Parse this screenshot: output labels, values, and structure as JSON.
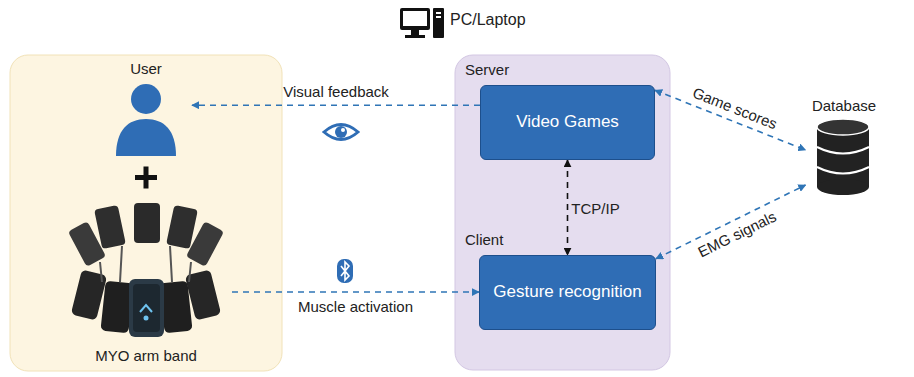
{
  "diagram": {
    "nodes": [
      {
        "text": [
          "User"
        ]
      },
      {
        "text": [
          "MYO arm band"
        ]
      },
      {
        "text": [
          "Server",
          "Client"
        ]
      },
      {
        "text": [
          "Video Games"
        ],
        "in": 2
      },
      {
        "text": [
          "Gesture recognition"
        ],
        "in": 2
      },
      {
        "text": [
          "Database"
        ]
      }
    ],
    "edges": [
      {
        "from": 3,
        "to": 0,
        "arrow": "to",
        "label": "Visual feedback"
      },
      {
        "from": 1,
        "to": 4,
        "arrow": "to",
        "label": "Muscle activation"
      },
      {
        "from": 3,
        "to": 4,
        "arrow": "both",
        "label": "TCP/IP"
      },
      {
        "from": 3,
        "to": 5,
        "arrow": "both",
        "label": "Game scores"
      },
      {
        "from": 4,
        "to": 5,
        "arrow": "both",
        "label": "EMG signals"
      }
    ],
    "labels": [
      "PC/Laptop"
    ]
  }
}
